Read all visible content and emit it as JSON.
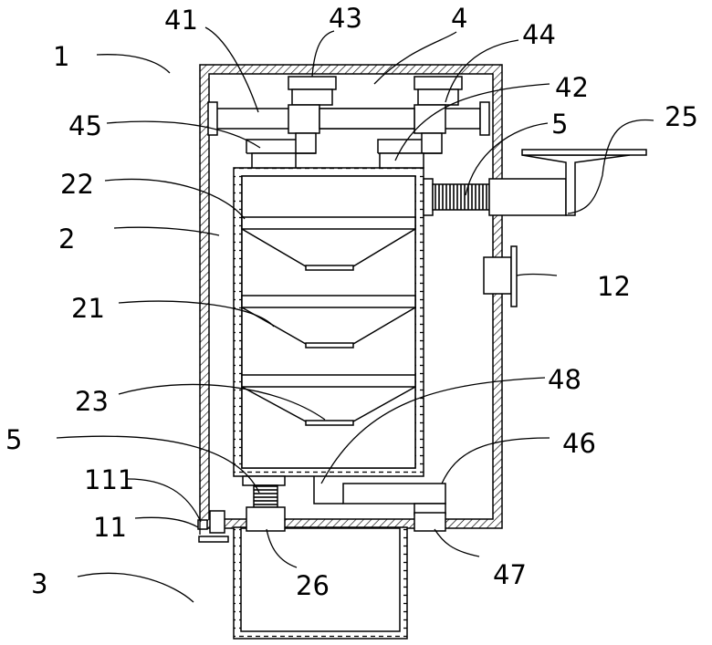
{
  "labels": {
    "l1": "1",
    "l2": "2",
    "l3": "3",
    "l4": "4",
    "l5_top": "5",
    "l5_bottom": "5",
    "l11": "11",
    "l111": "111",
    "l12": "12",
    "l21": "21",
    "l22": "22",
    "l23": "23",
    "l25": "25",
    "l26": "26",
    "l41": "41",
    "l42": "42",
    "l43": "43",
    "l44": "44",
    "l45": "45",
    "l46": "46",
    "l47": "47",
    "l48": "48"
  }
}
